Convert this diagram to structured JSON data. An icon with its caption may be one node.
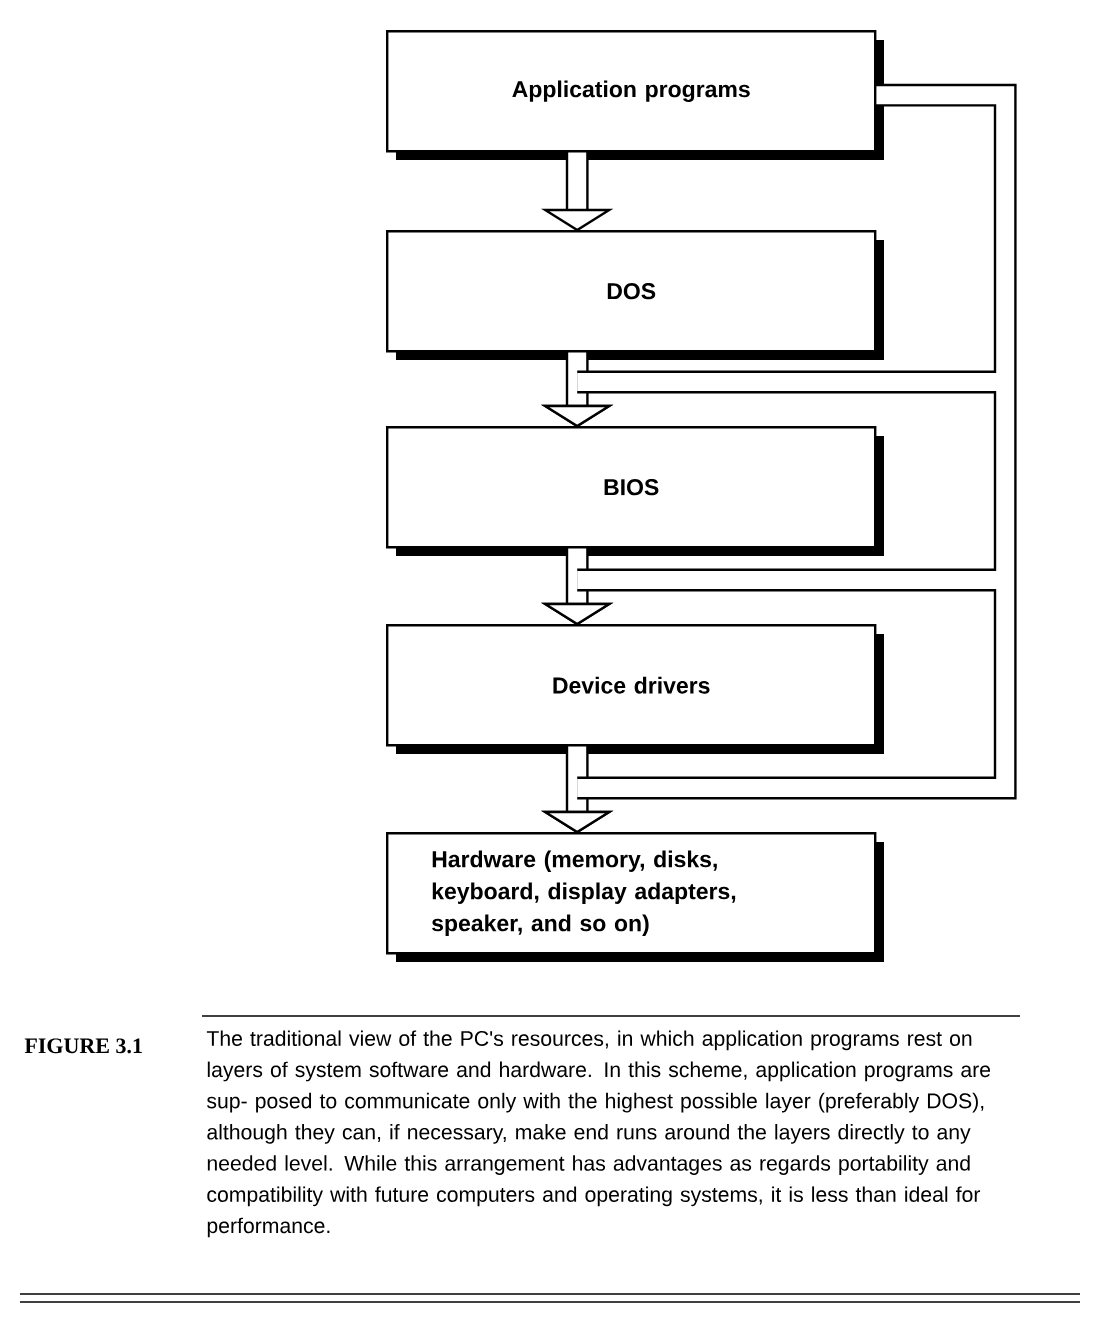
{
  "diagram": {
    "caption": "The traditional view of the PC's resources, in which application programs rest on layers of system software and hardware. In this scheme, application programs are sup- posed to communicate only with the highest possible layer (preferably DOS), although they can, if necessary, make end runs around the layers directly to any needed level. While this arrangement has advantages as regards portability and compatibility with future computers and operating systems, it is less than ideal for performance.",
    "nodes": [
      {
        "text": [
          "Application programs"
        ]
      },
      {
        "text": [
          "DOS"
        ]
      },
      {
        "text": [
          "BIOS"
        ]
      },
      {
        "text": [
          "Device drivers"
        ]
      },
      {
        "text": [
          "Hardware (memory, disks, keyboard, display adapters, speaker, and so on)"
        ]
      }
    ],
    "edges": [
      {
        "from": 0,
        "to": 1,
        "arrow": "to"
      },
      {
        "from": 1,
        "to": 2,
        "arrow": "to"
      },
      {
        "from": 2,
        "to": 3,
        "arrow": "to"
      },
      {
        "from": 3,
        "to": 4,
        "arrow": "to"
      },
      {
        "from": 0,
        "to": 2,
        "arrow": "to"
      },
      {
        "from": 0,
        "to": 3,
        "arrow": "to"
      },
      {
        "from": 0,
        "to": 4,
        "arrow": "to"
      }
    ],
    "labels": [
      "FIGURE 3.1"
    ]
  }
}
